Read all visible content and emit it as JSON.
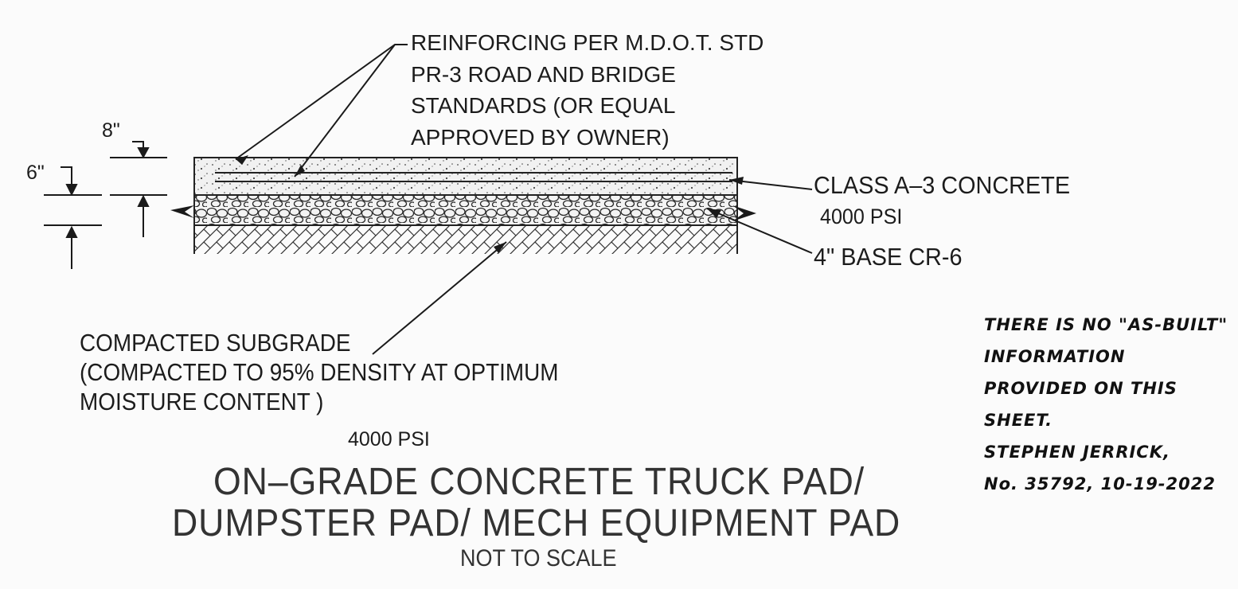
{
  "note_std": {
    "line1": "REINFORCING PER M.D.O.T. STD",
    "line2": "PR-3 ROAD AND BRIDGE",
    "line3": "STANDARDS (OR EQUAL",
    "line4": "APPROVED BY OWNER)"
  },
  "dims": {
    "top": "8\"",
    "bottom": "6\""
  },
  "layers": {
    "concrete": "CLASS  A–3  CONCRETE",
    "concrete_psi": "4000  PSI",
    "base": "4\"  BASE  CR-6",
    "subgrade_line1": "COMPACTED  SUBGRADE",
    "subgrade_line2": "(COMPACTED  TO  95%  DENSITY  AT  OPTIMUM",
    "subgrade_line3": "MOISTURE  CONTENT )"
  },
  "psi_label": "4000 PSI",
  "title": {
    "line1": "ON–GRADE  CONCRETE  TRUCK  PAD/",
    "line2": "DUMPSTER  PAD/  MECH  EQUIPMENT  PAD"
  },
  "scale_note": "NOT  TO  SCALE",
  "handwritten": {
    "line1": "THERE IS NO \"AS-BUILT\"",
    "line2": "INFORMATION",
    "line3": "PROVIDED ON THIS",
    "line4": "SHEET.",
    "line5": "STEPHEN JERRICK,",
    "line6": "No. 35792, 10-19-2022"
  }
}
